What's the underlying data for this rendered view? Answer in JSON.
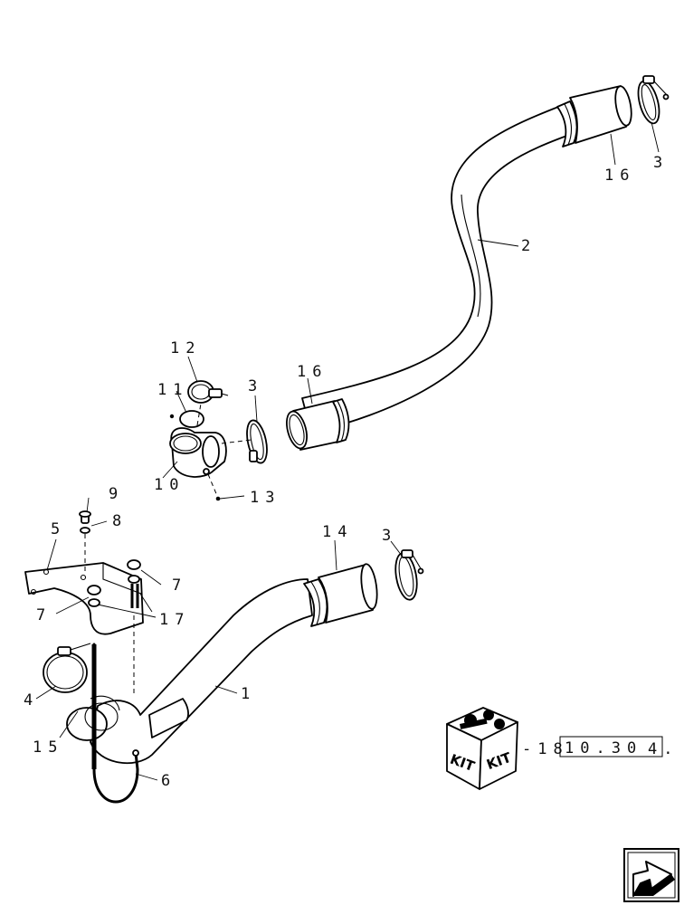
{
  "callouts": {
    "c2": "2",
    "c3_top": "3",
    "c16_top": "16",
    "c12": "12",
    "c11": "11",
    "c10": "10",
    "c13": "13",
    "c3_mid": "3",
    "c16_mid": "16",
    "c9": "9",
    "c8": "8",
    "c5": "5",
    "c14": "14",
    "c3_low": "3",
    "c7_right": "7",
    "c7_left": "7",
    "c17": "17",
    "c1": "1",
    "c4": "4",
    "c15": "15",
    "c6": "6"
  },
  "kit_reference": {
    "icon": "kit-box-icon",
    "box_label_left": "KIT",
    "box_label_right": "KIT",
    "prefix": "-18",
    "boxed_number": "10.30",
    "suffix": "4."
  },
  "navigation": {
    "icon": "next-page-arrow-icon"
  }
}
